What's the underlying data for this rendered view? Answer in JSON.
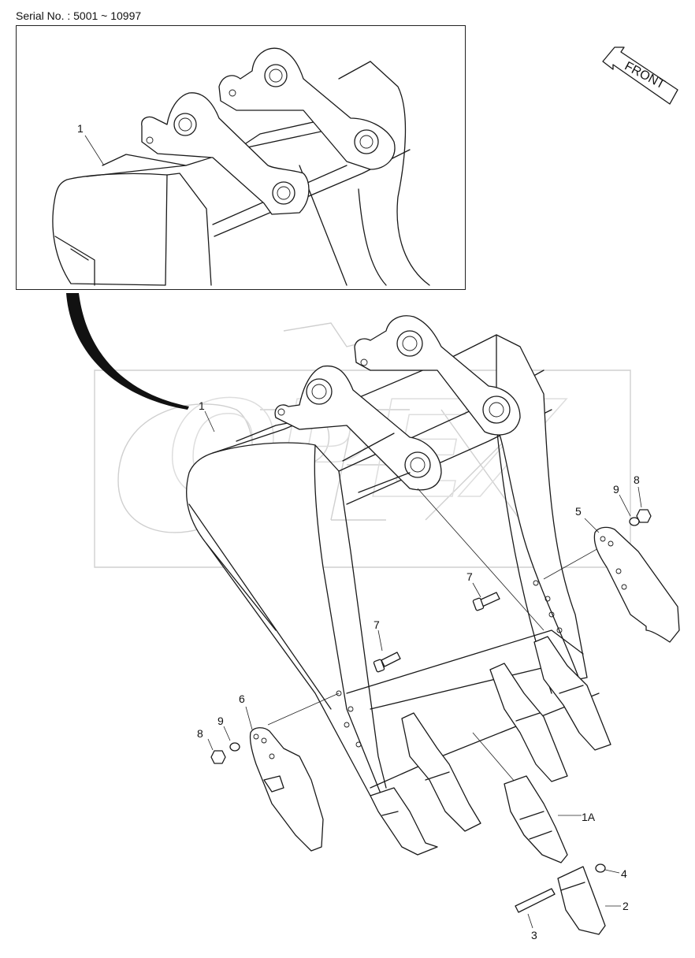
{
  "header": {
    "serial": "Serial No. : 5001 ~ 10997"
  },
  "front_arrow": {
    "label": "FRONT"
  },
  "watermark": {
    "text": "OPEX"
  },
  "callouts": {
    "inset_1": "1",
    "main_1": "1",
    "c1A": "1A",
    "c2": "2",
    "c3": "3",
    "c4": "4",
    "c5": "5",
    "c6": "6",
    "c7_right": "7",
    "c7_left": "7",
    "c8_right": "8",
    "c8_left": "8",
    "c9_right": "9",
    "c9_left": "9"
  }
}
